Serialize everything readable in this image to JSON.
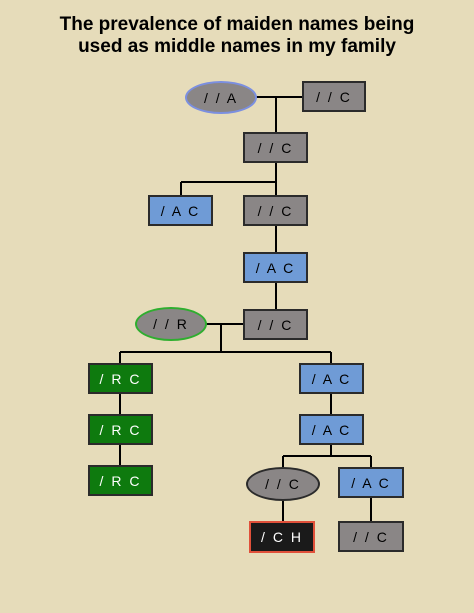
{
  "title": {
    "line1": "The prevalence of maiden names being",
    "line2": "used as middle names in my family"
  },
  "colors": {
    "background": "#e6dcba",
    "gray": "#8a8686",
    "blue": "#6f9bd6",
    "green": "#0e7a0e",
    "black": "#1a1a1a",
    "line": "#000000"
  },
  "nodes": {
    "n_a": "/ / A",
    "n_c1": "/ / C",
    "n_c2": "/ / C",
    "n_ac1": "/ A C",
    "n_c3": "/ / C",
    "n_ac2": "/ A C",
    "n_r": "/ / R",
    "n_c4": "/ / C",
    "n_rc1": "/ R C",
    "n_ac3": "/ A C",
    "n_rc2": "/ R C",
    "n_ac4": "/ A C",
    "n_rc3": "/ R C",
    "n_c5": "/ / C",
    "n_ac5": "/ A C",
    "n_ch": "/ C H",
    "n_c6": "/ / C"
  }
}
